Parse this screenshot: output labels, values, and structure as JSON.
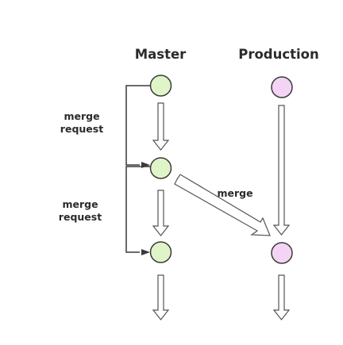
{
  "columns": {
    "master": "Master",
    "production": "Production"
  },
  "labels": {
    "merge_request_1_line1": "merge",
    "merge_request_1_line2": "request",
    "merge_request_2_line1": "merge",
    "merge_request_2_line2": "request",
    "merge": "merge"
  },
  "colors": {
    "master_node": "#dff5c8",
    "production_node": "#f4d4f4",
    "node_stroke": "#3a3a3a",
    "arrow_fill": "#ffffff",
    "arrow_stroke": "#555555"
  }
}
